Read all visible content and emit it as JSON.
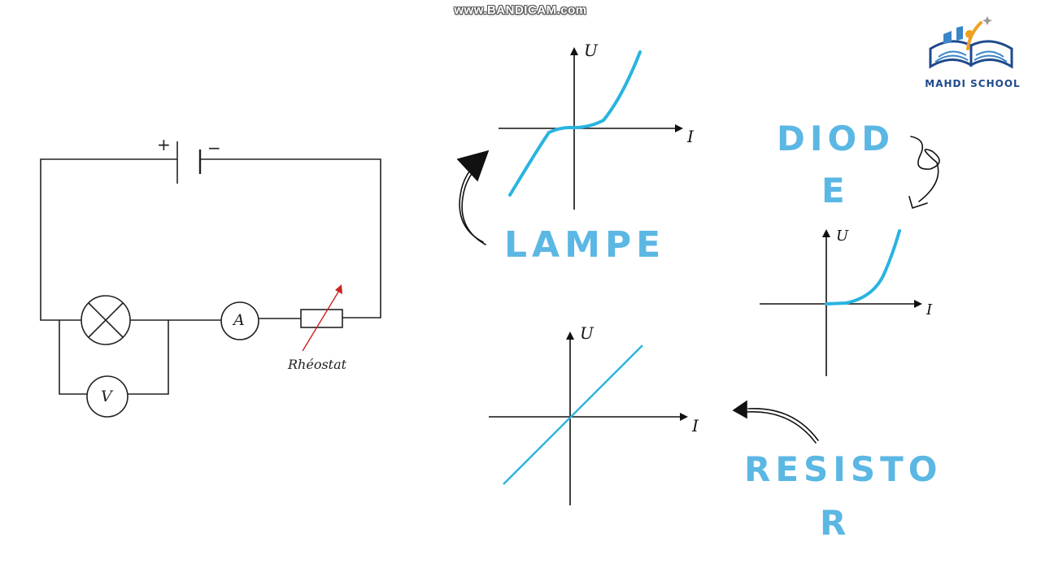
{
  "watermark": "www.BANDICAM.com",
  "logo": {
    "name": "MAHDI SCHOOL"
  },
  "circuit": {
    "battery_plus": "+",
    "battery_minus": "−",
    "ammeter": "A",
    "voltmeter": "V",
    "rheostat": "Rhéostat"
  },
  "graphs": {
    "lampe": {
      "label": "LAMPE",
      "x_axis": "I",
      "y_axis": "U"
    },
    "diode": {
      "label_line1": "DIOD",
      "label_line2": "E",
      "x_axis": "I",
      "y_axis": "U"
    },
    "resistor": {
      "label_line1": "RESISTO",
      "label_line2": "R",
      "x_axis": "I",
      "y_axis": "U"
    }
  },
  "colors": {
    "accent": "#5bb7e3",
    "curve": "#29b4e0",
    "line": "#222222",
    "rheostat_arrow": "#cc2222"
  }
}
